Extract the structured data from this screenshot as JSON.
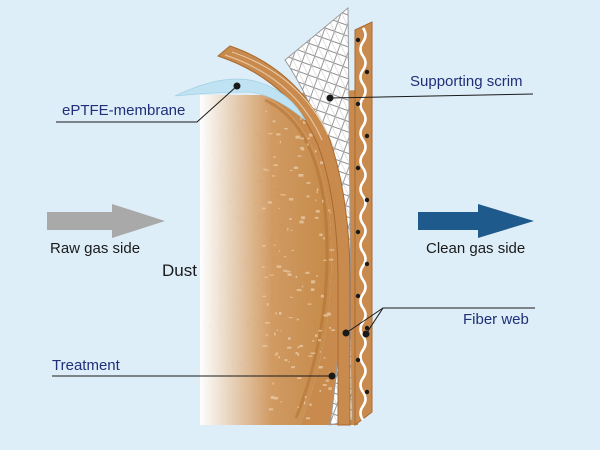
{
  "diagram": {
    "labels": {
      "eptfe_membrane": "ePTFE-membrane",
      "supporting_scrim": "Supporting scrim",
      "raw_gas_side": "Raw gas side",
      "dust": "Dust",
      "clean_gas_side": "Clean gas side",
      "fiber_web": "Fiber web",
      "treatment": "Treatment"
    },
    "colors": {
      "background": "#deeef8",
      "felt_brown": "#c98a4e",
      "felt_dark": "#b87a3e",
      "membrane": "#bfe3f2",
      "raw_arrow": "#a9a9a9",
      "clean_arrow": "#1f5a8c",
      "label_navy": "#1f2f78",
      "dust": "#b8b8b8"
    },
    "icons": {
      "raw_flow": "arrow-right-icon",
      "clean_flow": "arrow-right-icon"
    }
  }
}
